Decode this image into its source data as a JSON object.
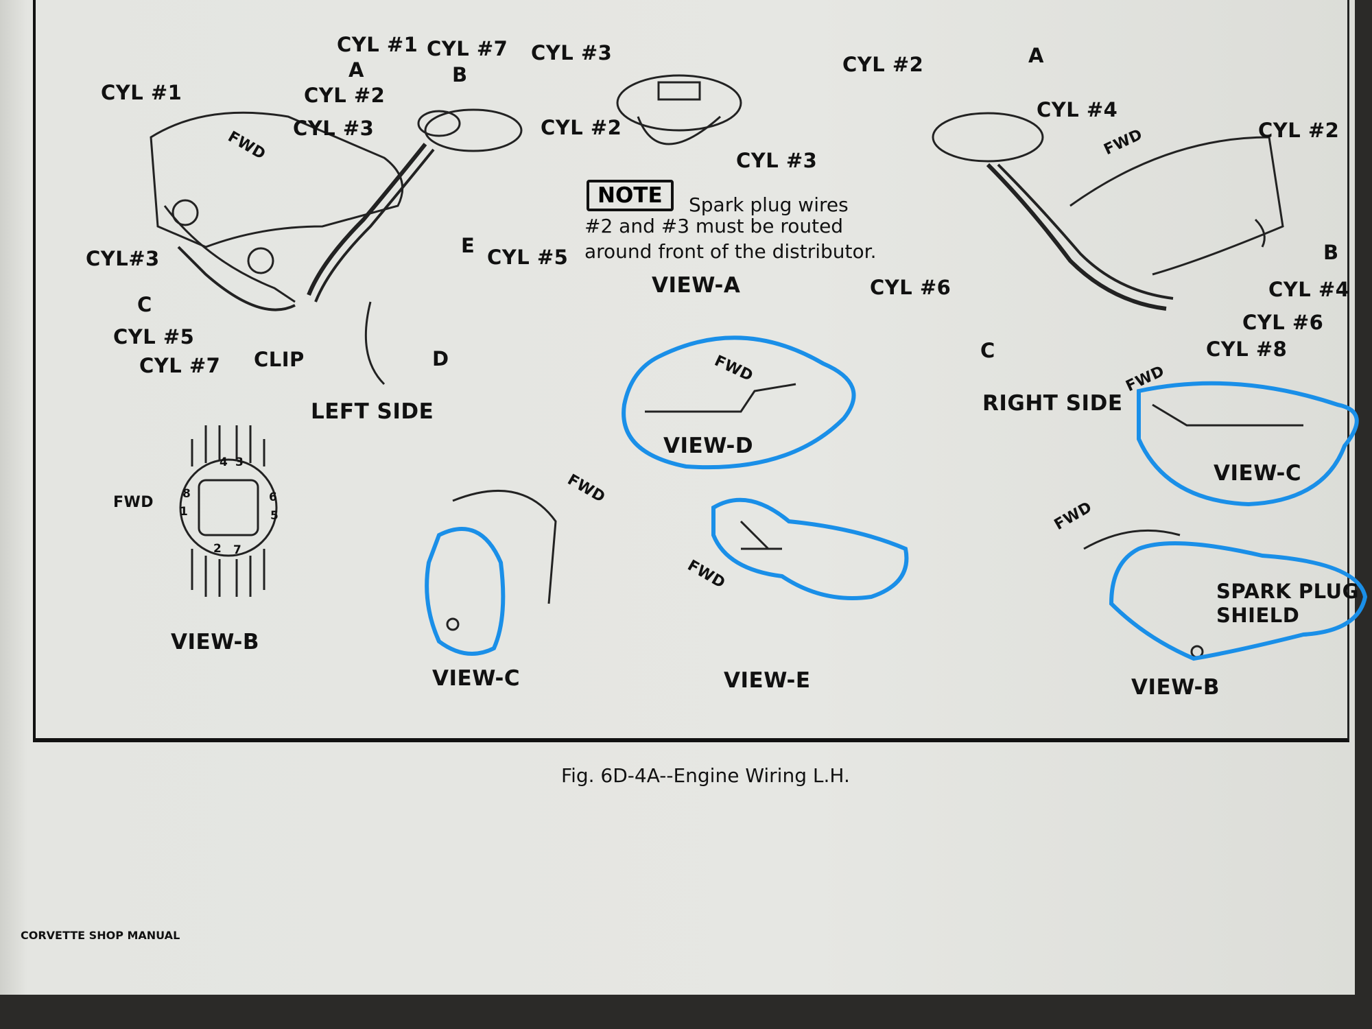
{
  "left_side": {
    "title": "LEFT SIDE",
    "labels": [
      "CYL #1",
      "CYL #1",
      "CYL #7",
      "CYL #3",
      "A",
      "B",
      "CYL #2",
      "CYL #3",
      "CYL#3",
      "C",
      "CYL #5",
      "CYL #7",
      "CLIP",
      "D",
      "E",
      "CYL #5"
    ],
    "fwd": "FWD"
  },
  "view_a": {
    "title": "VIEW-A",
    "labels": [
      "CYL #2",
      "CYL #3"
    ],
    "note_badge": "NOTE",
    "note_lines": [
      "Spark plug wires",
      "#2 and #3 must be routed",
      "around front of the distributor."
    ]
  },
  "right_side": {
    "title": "RIGHT SIDE",
    "labels": [
      "CYL #2",
      "A",
      "CYL #4",
      "CYL #2",
      "B",
      "CYL #4",
      "CYL #6",
      "CYL #6",
      "CYL #8",
      "C"
    ],
    "fwd": "FWD"
  },
  "views": {
    "view_d": "VIEW-D",
    "view_c_right": "VIEW-C",
    "view_b_left": "VIEW-B",
    "view_c_mid": "VIEW-C",
    "view_e": "VIEW-E",
    "view_b_right": "VIEW-B",
    "spark_plug_shield": [
      "SPARK PLUG",
      "SHIELD"
    ],
    "fwd": "FWD",
    "cap_numbers": [
      "4",
      "3",
      "8",
      "6",
      "1",
      "5",
      "2",
      "7"
    ]
  },
  "caption": "Fig. 6D-4A--Engine Wiring L.H.",
  "footer": "CORVETTE SHOP MANUAL",
  "colors": {
    "highlight": "#1a8fe8",
    "ink": "#111111",
    "paper": "#e4e5e1"
  }
}
